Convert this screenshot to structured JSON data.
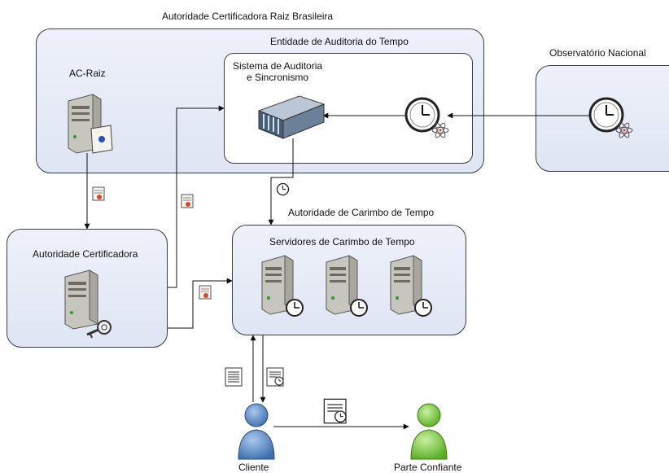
{
  "diagram": {
    "outer_title": "Autoridade Certificadora Raiz Brasileira",
    "audit_entity": "Entidade de Auditoria do Tempo",
    "ac_raiz": "AC-Raiz",
    "audit_system_line1": "Sistema de Auditoria",
    "audit_system_line2": "e Sincronismo",
    "observatory": "Observatório Nacional",
    "timestamp_authority": "Autoridade de Carimbo de Tempo",
    "ac": "Autoridade Certificadora",
    "timestamp_servers": "Servidores de Carimbo de Tempo",
    "client": "Cliente",
    "relying_party": "Parte Confiante"
  },
  "icons": [
    "server-icon",
    "certificate-icon",
    "rack-server-icon",
    "clock-icon",
    "atom-icon",
    "key-icon",
    "document-icon",
    "person-icon"
  ],
  "colors": {
    "box_fill": "#e4e9f5",
    "box_border": "#3b3b45",
    "client": "#4f7fbf",
    "relying_party": "#6cc23a",
    "certificate": "#d9462e"
  }
}
